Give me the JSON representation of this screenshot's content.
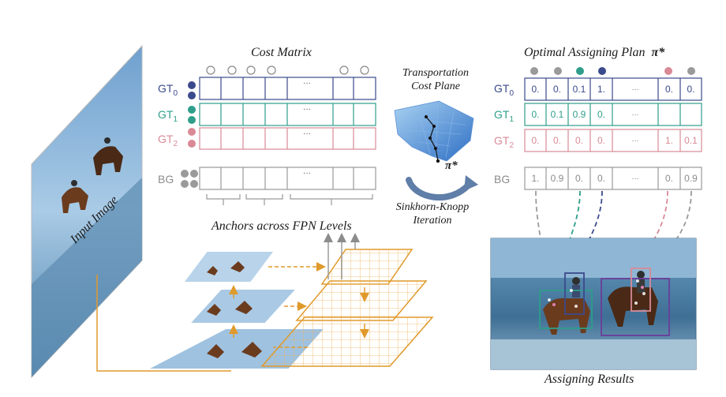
{
  "labels": {
    "cost_matrix": "Cost Matrix",
    "optimal_plan": "Optimal Assigning Plan",
    "pi_symbol": "π*",
    "transport_line1": "Transportation",
    "transport_line2": "Cost Plane",
    "sinkhorn_line1": "Sinkhorn-Knopp",
    "sinkhorn_line2": "Iteration",
    "anchors": "Anchors across FPN Levels",
    "input_image": "Input Image",
    "assigning_results": "Assigning Results",
    "ellipsis": "···"
  },
  "rows": [
    {
      "base": "GT",
      "sub": "0",
      "color": "#3b4a8c"
    },
    {
      "base": "GT",
      "sub": "1",
      "color": "#2e9e8a"
    },
    {
      "base": "GT",
      "sub": "2",
      "color": "#d98a96"
    },
    {
      "base": "BG",
      "sub": "",
      "color": "#8c8c8c"
    }
  ],
  "plan_values": [
    [
      "0.",
      "0.",
      "0.1",
      "1.",
      "···",
      "0.",
      "0."
    ],
    [
      "0.",
      "0.1",
      "0.9",
      "0.",
      "···",
      "",
      ""
    ],
    [
      "0.",
      "0.",
      "0.",
      "0.",
      "···",
      "1.",
      "0.1"
    ],
    [
      "1.",
      "0.9",
      "0.",
      "0.",
      "···",
      "0.",
      "0.9"
    ]
  ],
  "colors": {
    "gt0": "#3b4a8c",
    "gt1": "#2e9e8a",
    "gt2": "#d98a96",
    "bg": "#8c8c8c",
    "fpn_orange": "#e09a2b",
    "purple": "#6a3d9a"
  }
}
